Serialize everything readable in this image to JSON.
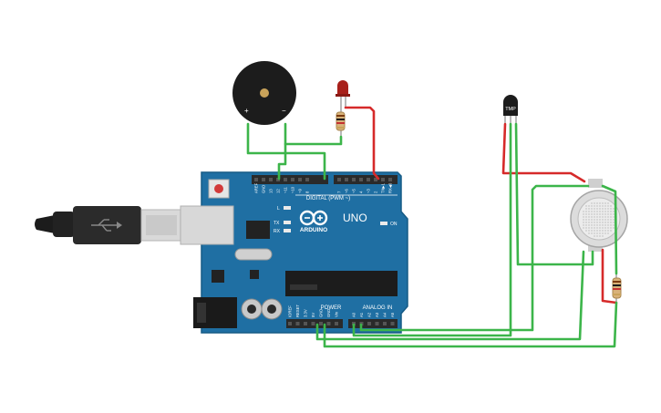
{
  "colors": {
    "background": "#ffffff",
    "pcb": "#1f6fa3",
    "pcb_edge": "#175b86",
    "wire_green": "#3cb54a",
    "wire_red": "#d62a2a",
    "header": "#2a2a2a",
    "led": "#a8201a"
  },
  "board": {
    "brand": "ARDUINO",
    "model": "UNO",
    "digital_label": "DIGITAL (PWM ~)",
    "power_label": "POWER",
    "analog_label": "ANALOG IN",
    "on_label": "ON",
    "led_l": "L",
    "led_tx": "TX",
    "led_rx": "RX",
    "digital_pins": [
      "AREF",
      "GND",
      "13",
      "12",
      "~11",
      "~10",
      "~9",
      "8",
      "7",
      "~6",
      "~5",
      "4",
      "~3",
      "2",
      "TX▶1",
      "RX◀0"
    ],
    "power_pins": [
      "IOREF",
      "RESET",
      "3.3V",
      "5V",
      "GND",
      "GND",
      "Vin"
    ],
    "analog_pins": [
      "A0",
      "A1",
      "A2",
      "A3",
      "A4",
      "A5"
    ]
  },
  "components": {
    "temp_sensor_label": "TMP",
    "buzzer_plus": "+",
    "buzzer_minus": "−"
  },
  "icons": {
    "usb": "usb-icon",
    "infinity_logo": "arduino-infinity-icon"
  }
}
